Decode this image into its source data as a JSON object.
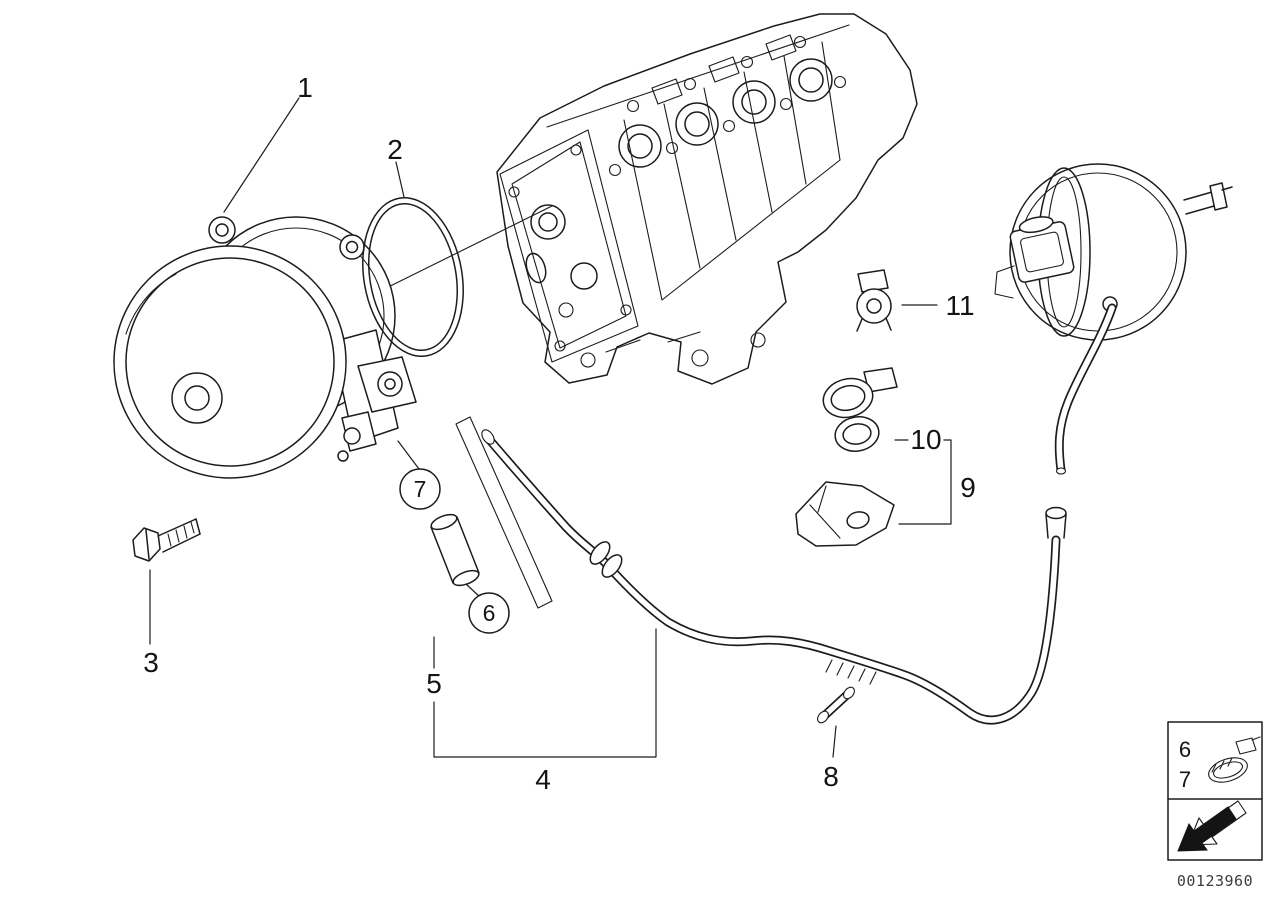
{
  "colors": {
    "background": "#ffffff",
    "line": "#1c1c1c"
  },
  "callouts": {
    "n1": "1",
    "n2": "2",
    "n3": "3",
    "n4": "4",
    "n5": "5",
    "n6": "6",
    "n7": "7",
    "n8": "8",
    "n9": "9",
    "n10": "10",
    "n11": "11"
  },
  "legend": {
    "top_item": "6",
    "bottom_item": "7"
  },
  "footer": {
    "part_number": "00123960"
  }
}
